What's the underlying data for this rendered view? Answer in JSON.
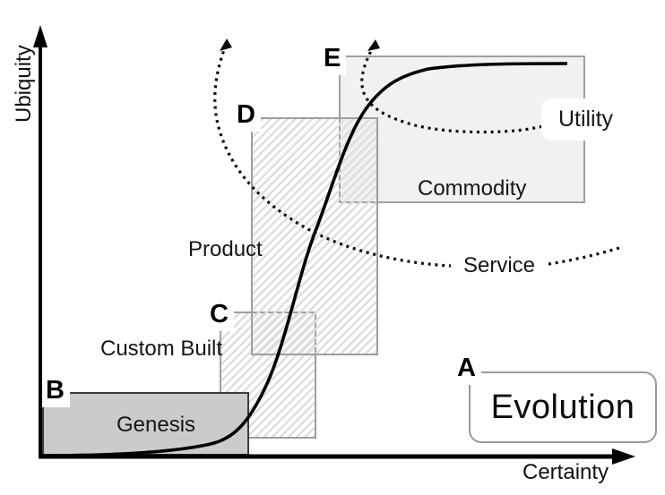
{
  "axes": {
    "y_label": "Ubiquity",
    "x_label": "Certainty"
  },
  "markers": {
    "a": "A",
    "b": "B",
    "c": "C",
    "d": "D",
    "e": "E"
  },
  "stages": {
    "genesis": "Genesis",
    "custom_built": "Custom Built",
    "product": "Product",
    "commodity": "Commodity"
  },
  "annotations": {
    "service": "Service",
    "utility": "Utility",
    "evolution": "Evolution"
  },
  "colors": {
    "genesis_fill": "#cbcbcb",
    "genesis_border": "#3c3c3c",
    "commodity_fill": "#f1f1f1",
    "gray_box_border": "#9e9e9e",
    "hatch_line": "#dedede",
    "curve": "#000000"
  }
}
